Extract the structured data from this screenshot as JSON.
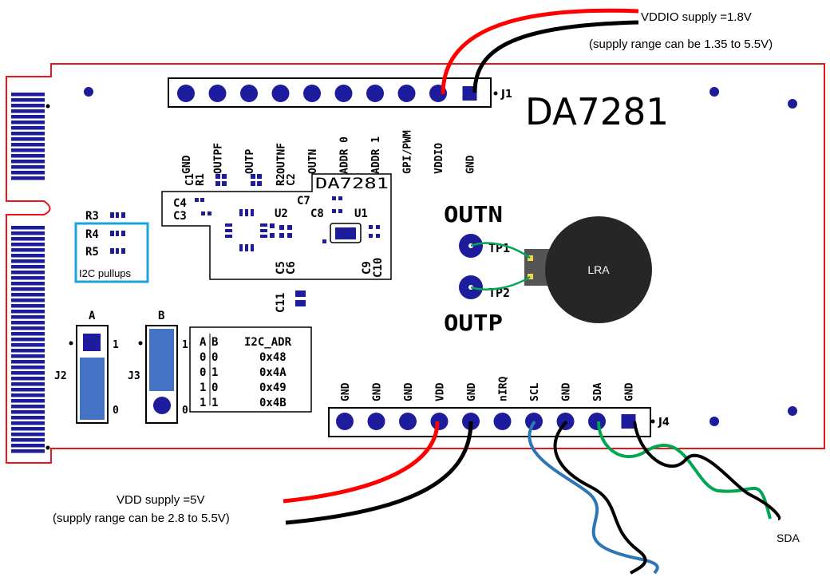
{
  "supplies": {
    "vddio_line1": "VDDIO supply =1.8V",
    "vddio_line2": "(supply range can be 1.35 to 5.5V)",
    "vdd_line1": "VDD supply =5V",
    "vdd_line2": "(supply range can be 2.8 to 5.5V)"
  },
  "board": {
    "chip_title": "DA7281",
    "chip_label_small": "DA7281",
    "j1_label": "J1",
    "j4_label": "J4",
    "j1_pins": [
      "GND",
      "OUTPF",
      "OUTP",
      "OUTNF",
      "OUTN",
      "ADDR 0",
      "ADDR 1",
      "GPI/PWM",
      "VDDIO",
      "GND"
    ],
    "j4_pins": [
      "GND",
      "GND",
      "GND",
      "VDD",
      "GND",
      "nIRQ",
      "SCL",
      "GND",
      "SDA",
      "GND"
    ],
    "components": {
      "c1": "C1",
      "r1": "R1",
      "r2": "R2",
      "c2": "C2",
      "c4": "C4",
      "c3": "C3",
      "u2": "U2",
      "c7": "C7",
      "c8": "C8",
      "u1": "U1",
      "c5": "C5",
      "c6": "C6",
      "c9": "C9",
      "c10": "C10",
      "c11": "C11",
      "r3": "R3",
      "r4": "R4",
      "r5": "R5"
    },
    "pullups_label": "I2C pullups",
    "outn_label": "OUTN",
    "outp_label": "OUTP",
    "tp1_label": "TP1",
    "tp2_label": "TP2",
    "lra_label": "LRA",
    "jumper_a": "A",
    "jumper_b": "B",
    "j2_label": "J2",
    "j3_label": "J3",
    "pos_1": "1",
    "pos_0": "0",
    "addr_table": {
      "headers": [
        "A",
        "B",
        "I2C_ADR"
      ],
      "rows": [
        [
          "0",
          "0",
          "0x48"
        ],
        [
          "0",
          "1",
          "0x4A"
        ],
        [
          "1",
          "0",
          "0x49"
        ],
        [
          "1",
          "1",
          "0x4B"
        ]
      ]
    },
    "sda_label": "SDA"
  },
  "colors": {
    "board_outline": "#e8161b",
    "pad": "#1c1c9c",
    "jumper": "#4472c4",
    "pullup_box": "#1aa3dc",
    "wire_red": "#ff0000",
    "wire_black": "#000000",
    "wire_blue": "#2e75b6",
    "wire_green": "#00a650"
  }
}
